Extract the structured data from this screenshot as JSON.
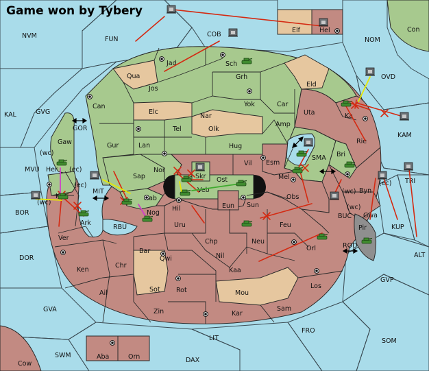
{
  "title": "Game won by Tybery",
  "colors": {
    "sea": "#a9dcea",
    "green_land": "#a7c98e",
    "red_land": "#c28a82",
    "neutral_land": "#e6c79f",
    "impassable": "#8f8f8f",
    "green_power": "#3f8a2f",
    "order_line": "#d42a12",
    "support_line": "#e8e800",
    "convoy_line": "#d040c8"
  },
  "icons": {
    "army": "tank-icon",
    "fleet": "ship-icon",
    "supply_center": "supply-center-dot-icon",
    "channel": "two-way-arrow-icon"
  },
  "provinces": [
    {
      "id": "nvm",
      "name": "NVM"
    },
    {
      "id": "fun",
      "name": "FUN"
    },
    {
      "id": "cob",
      "name": "COB"
    },
    {
      "id": "elf",
      "name": "Elf"
    },
    {
      "id": "hel",
      "name": "Hel"
    },
    {
      "id": "con",
      "name": "Con"
    },
    {
      "id": "nom",
      "name": "NOM"
    },
    {
      "id": "ovd",
      "name": "OVD"
    },
    {
      "id": "kal",
      "name": "KAL"
    },
    {
      "id": "gvg",
      "name": "GVG"
    },
    {
      "id": "gor",
      "name": "GOR"
    },
    {
      "id": "kam",
      "name": "KAM"
    },
    {
      "id": "mvu",
      "name": "MVU"
    },
    {
      "id": "mit",
      "name": "MIT"
    },
    {
      "id": "bor",
      "name": "BOR"
    },
    {
      "id": "rbu",
      "name": "RBU"
    },
    {
      "id": "dor",
      "name": "DOR"
    },
    {
      "id": "gva",
      "name": "GVA"
    },
    {
      "id": "swm",
      "name": "SWM"
    },
    {
      "id": "cow",
      "name": "Cow"
    },
    {
      "id": "aba",
      "name": "Aba"
    },
    {
      "id": "orn",
      "name": "Orn"
    },
    {
      "id": "dax",
      "name": "DAX"
    },
    {
      "id": "lit",
      "name": "LIT"
    },
    {
      "id": "fro",
      "name": "FRO"
    },
    {
      "id": "som",
      "name": "SOM"
    },
    {
      "id": "gvp",
      "name": "GVP"
    },
    {
      "id": "alt",
      "name": "ALT"
    },
    {
      "id": "kup",
      "name": "KUP"
    },
    {
      "id": "tri",
      "name": "TRI"
    },
    {
      "id": "buc",
      "name": "BUC"
    },
    {
      "id": "rod",
      "name": "ROD"
    },
    {
      "id": "sma",
      "name": "SMA"
    },
    {
      "id": "jad",
      "name": "Jad"
    },
    {
      "id": "sch",
      "name": "Sch"
    },
    {
      "id": "qua",
      "name": "Qua"
    },
    {
      "id": "jos",
      "name": "Jos"
    },
    {
      "id": "grh",
      "name": "Grh"
    },
    {
      "id": "eld",
      "name": "Eld"
    },
    {
      "id": "can",
      "name": "Can"
    },
    {
      "id": "yok",
      "name": "Yok"
    },
    {
      "id": "car",
      "name": "Car"
    },
    {
      "id": "uta",
      "name": "Uta"
    },
    {
      "id": "elc",
      "name": "Elc"
    },
    {
      "id": "nar",
      "name": "Nar"
    },
    {
      "id": "ka",
      "name": "Ka"
    },
    {
      "id": "tel",
      "name": "Tel"
    },
    {
      "id": "olk",
      "name": "Olk"
    },
    {
      "id": "amp",
      "name": "Amp"
    },
    {
      "id": "rie",
      "name": "Rie"
    },
    {
      "id": "gaw",
      "name": "Gaw"
    },
    {
      "id": "gur",
      "name": "Gur"
    },
    {
      "id": "lan",
      "name": "Lan"
    },
    {
      "id": "hug",
      "name": "Hug"
    },
    {
      "id": "bri",
      "name": "Bri"
    },
    {
      "id": "her",
      "name": "Her"
    },
    {
      "id": "vil",
      "name": "Vil"
    },
    {
      "id": "esm",
      "name": "Esm"
    },
    {
      "id": "nor",
      "name": "Nor"
    },
    {
      "id": "skr",
      "name": "Skr"
    },
    {
      "id": "sap",
      "name": "Sap"
    },
    {
      "id": "ost",
      "name": "Ost"
    },
    {
      "id": "mel",
      "name": "Mel"
    },
    {
      "id": "byn",
      "name": "Byn"
    },
    {
      "id": "kor",
      "name": "Kor"
    },
    {
      "id": "veb",
      "name": "Veb"
    },
    {
      "id": "nab",
      "name": "Nab"
    },
    {
      "id": "obs",
      "name": "Obs"
    },
    {
      "id": "ark",
      "name": "Ark"
    },
    {
      "id": "eun",
      "name": "Eun"
    },
    {
      "id": "hil",
      "name": "Hil"
    },
    {
      "id": "sun",
      "name": "Sun"
    },
    {
      "id": "gwa",
      "name": "Gwa"
    },
    {
      "id": "nog",
      "name": "Nog"
    },
    {
      "id": "uru",
      "name": "Uru"
    },
    {
      "id": "feu",
      "name": "Feu"
    },
    {
      "id": "pir",
      "name": "Pir"
    },
    {
      "id": "ver",
      "name": "Ver"
    },
    {
      "id": "chp",
      "name": "Chp"
    },
    {
      "id": "neu",
      "name": "Neu"
    },
    {
      "id": "orl",
      "name": "Orl"
    },
    {
      "id": "bar",
      "name": "Bar"
    },
    {
      "id": "qwi",
      "name": "Qwi"
    },
    {
      "id": "nil",
      "name": "Nil"
    },
    {
      "id": "ken",
      "name": "Ken"
    },
    {
      "id": "chr",
      "name": "Chr"
    },
    {
      "id": "kaa",
      "name": "Kaa"
    },
    {
      "id": "rot",
      "name": "Rot"
    },
    {
      "id": "sot",
      "name": "Sot"
    },
    {
      "id": "los",
      "name": "Los"
    },
    {
      "id": "ail",
      "name": "Ail"
    },
    {
      "id": "mou",
      "name": "Mou"
    },
    {
      "id": "zin",
      "name": "Zin"
    },
    {
      "id": "kar",
      "name": "Kar"
    },
    {
      "id": "sam",
      "name": "Sam"
    }
  ],
  "coast_tags": [
    {
      "id": "her-wc",
      "text": "(wc)"
    },
    {
      "id": "her-ec",
      "text": "(ec)"
    },
    {
      "id": "kor-ec",
      "text": "(ec)"
    },
    {
      "id": "kor-wc",
      "text": "(wc)"
    },
    {
      "id": "byn-wc",
      "text": "(wc)"
    },
    {
      "id": "gwa-wc",
      "text": "(wc)"
    },
    {
      "id": "kup-ec",
      "text": "(ec)"
    }
  ]
}
